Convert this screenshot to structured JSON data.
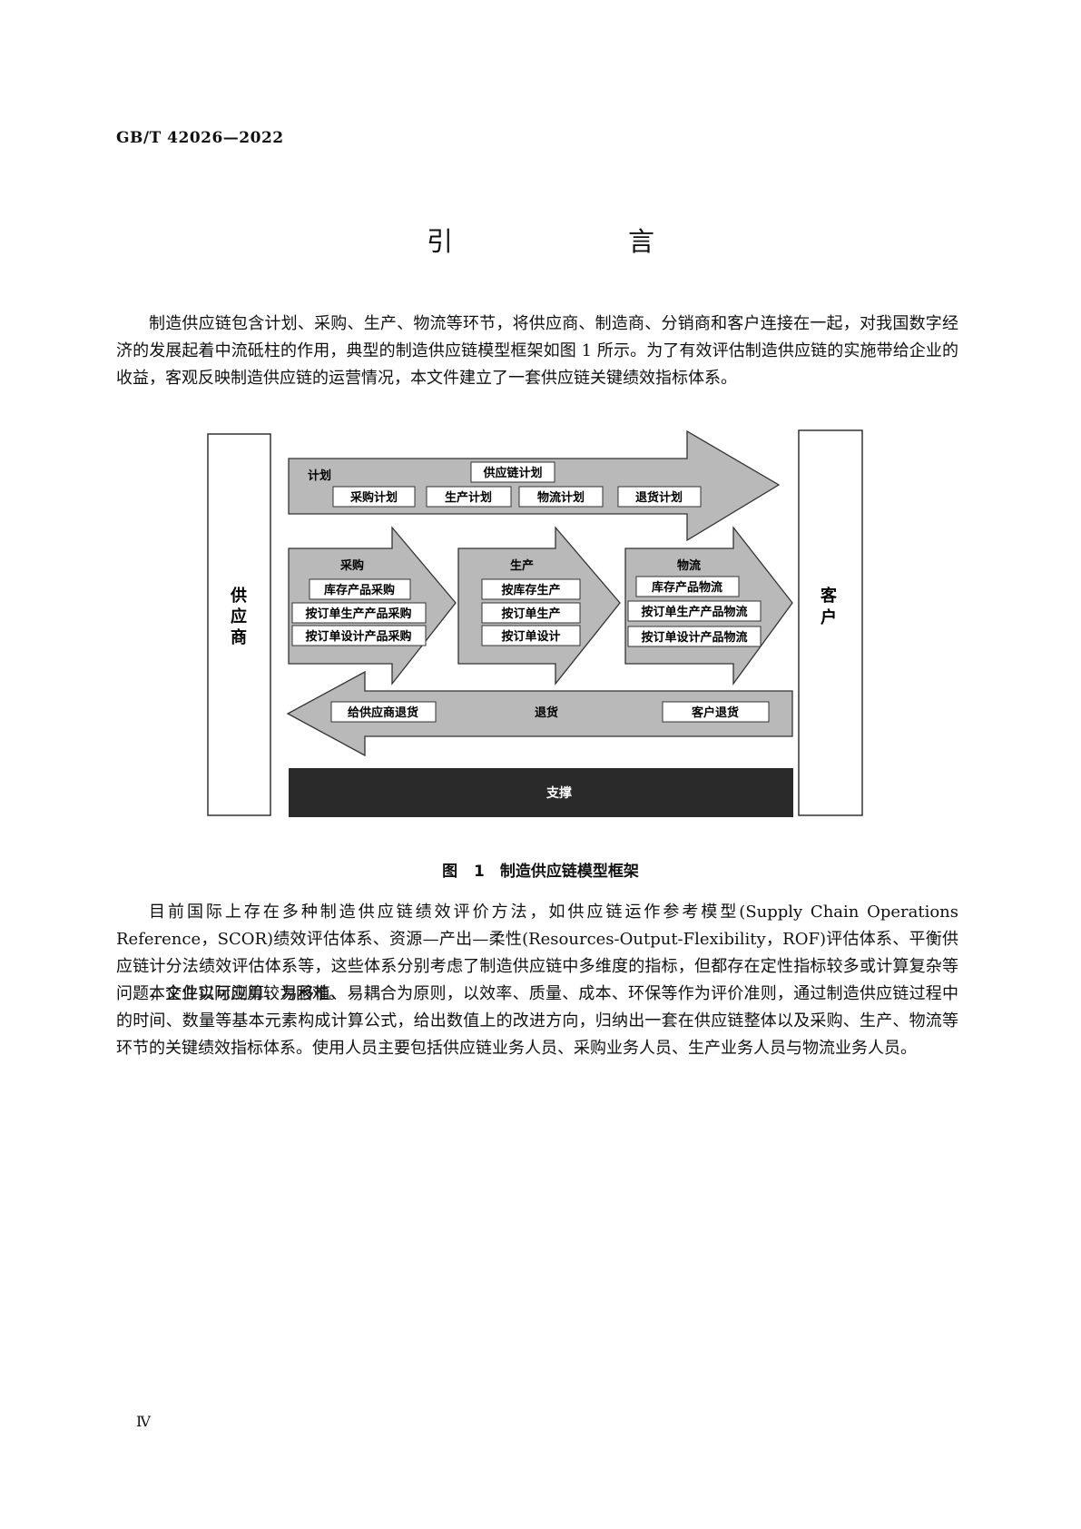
{
  "header": {
    "code": "GB/T 42026—2022"
  },
  "title": "引　言",
  "paragraphs": {
    "p1": "制造供应链包含计划、采购、生产、物流等环节，将供应商、制造商、分销商和客户连接在一起，对我国数字经济的发展起着中流砥柱的作用，典型的制造供应链模型框架如图 1 所示。为了有效评估制造供应链的实施带给企业的收益，客观反映制造供应链的运营情况，本文件建立了一套供应链关键绩效指标体系。",
    "p2": "目前国际上存在多种制造供应链绩效评价方法，如供应链运作参考模型(Supply Chain Operations Reference，SCOR)绩效评估体系、资源—产出—柔性(Resources-Output-Flexibility，ROF)评估体系、平衡供应链计分法绩效评估体系等，这些体系分别考虑了制造供应链中多维度的指标，但都存在定性指标较多或计算复杂等问题，企业实际应用较为困难。",
    "p3": "本文件以可测算、易移植、易耦合为原则，以效率、质量、成本、环保等作为评价准则，通过制造供应链过程中的时间、数量等基本元素构成计算公式，给出数值上的改进方向，归纳出一套在供应链整体以及采购、生产、物流等环节的关键绩效指标体系。使用人员主要包括供应链业务人员、采购业务人员、生产业务人员与物流业务人员。"
  },
  "figure": {
    "caption": "图 1　制造供应链模型框架",
    "supplier": [
      "供",
      "应",
      "商"
    ],
    "customer": [
      "客",
      "户"
    ],
    "plan": {
      "label": "计划",
      "top_item": "供应链计划",
      "items": [
        "采购计划",
        "生产计划",
        "物流计划",
        "退货计划"
      ]
    },
    "procure": {
      "label": "采购",
      "items": [
        "库存产品采购",
        "按订单生产产品采购",
        "按订单设计产品采购"
      ]
    },
    "produce": {
      "label": "生产",
      "items": [
        "按库存生产",
        "按订单生产",
        "按订单设计"
      ]
    },
    "logistics": {
      "label": "物流",
      "items": [
        "库存产品物流",
        "按订单生产产品物流",
        "按订单设计产品物流"
      ]
    },
    "returns": {
      "label": "退货",
      "supplier_return": "给供应商退货",
      "customer_return": "客户退货"
    },
    "support": "支撑",
    "colors": {
      "arrow_fill": "#b9b9b9",
      "support_fill": "#2a2a2a",
      "stroke": "#333333"
    }
  },
  "page_number": "Ⅳ"
}
